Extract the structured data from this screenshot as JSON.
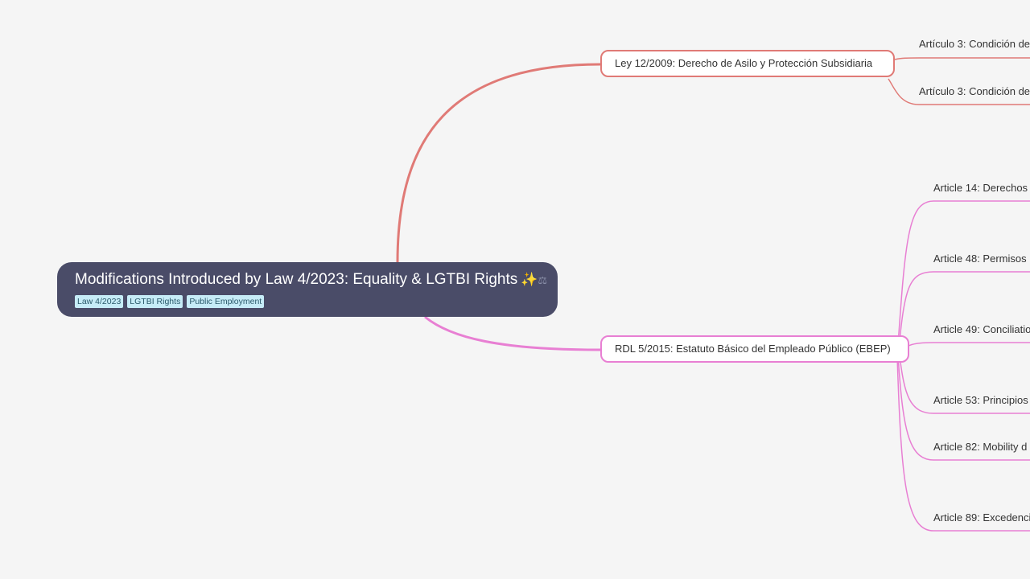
{
  "colors": {
    "background": "#f5f5f5",
    "root_fill": "#4a4c68",
    "branch_ley": "#e07a76",
    "branch_rdl": "#e87fd3",
    "tag_fill": "#c6ecf7"
  },
  "root": {
    "title": "Modifications Introduced by Law 4/2023: Equality & LGTBI Rights",
    "icons": [
      "sparkles-icon",
      "scale-icon"
    ],
    "tags": [
      "Law 4/2023",
      "LGTBI Rights",
      "Public Employment"
    ]
  },
  "branches": [
    {
      "label": "Ley 12/2009: Derecho de Asilo y Protección Subsidiaria",
      "children": [
        "Artículo 3: Condición de",
        "Artículo 3: Condición de"
      ]
    },
    {
      "label": "RDL 5/2015: Estatuto Básico del Empleado Público (EBEP)",
      "children": [
        "Article 14: Derechos",
        "Article 48: Permisos",
        "Article 49: Conciliatio",
        "Article 53: Principios",
        "Article 82: Mobility d",
        "Article 89: Excedenci"
      ]
    }
  ]
}
